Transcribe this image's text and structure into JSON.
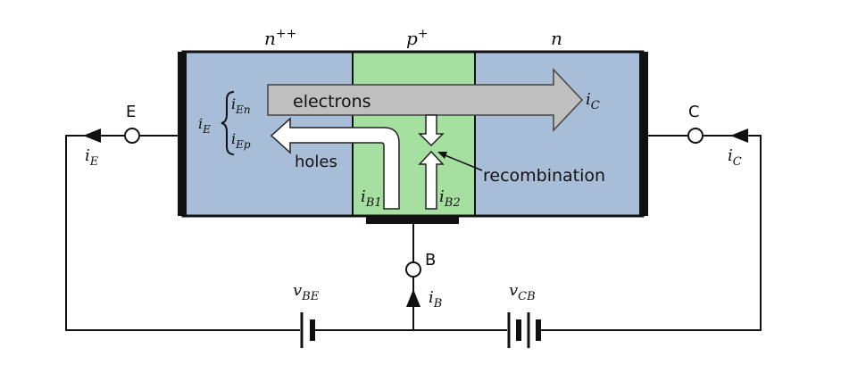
{
  "regions": {
    "emitter": {
      "base": "n",
      "sup": "++",
      "color": "#a8bed8"
    },
    "base": {
      "base": "p",
      "sup": "+",
      "color": "#a6e0a0"
    },
    "collector": {
      "base": "n",
      "sup": "",
      "color": "#a8bed8"
    }
  },
  "terminals": {
    "emitter": "E",
    "base": "B",
    "collector": "C"
  },
  "arrows": {
    "electrons": "electrons",
    "holes": "holes",
    "recombination": "recombination"
  },
  "currents": {
    "iE": {
      "base": "i",
      "sub": "E"
    },
    "iEn": {
      "base": "i",
      "sub": "En"
    },
    "iEp": {
      "base": "i",
      "sub": "Ep"
    },
    "iC": {
      "base": "i",
      "sub": "C"
    },
    "iB": {
      "base": "i",
      "sub": "B"
    },
    "iB1": {
      "base": "i",
      "sub": "B1"
    },
    "iB2": {
      "base": "i",
      "sub": "B2"
    }
  },
  "voltages": {
    "vBE": {
      "base": "v",
      "sub": "BE"
    },
    "vCB": {
      "base": "v",
      "sub": "CB"
    }
  },
  "colors": {
    "wire": "#111111",
    "arrow_fill": "#bfbfbf",
    "arrow_white": "#ffffff"
  }
}
